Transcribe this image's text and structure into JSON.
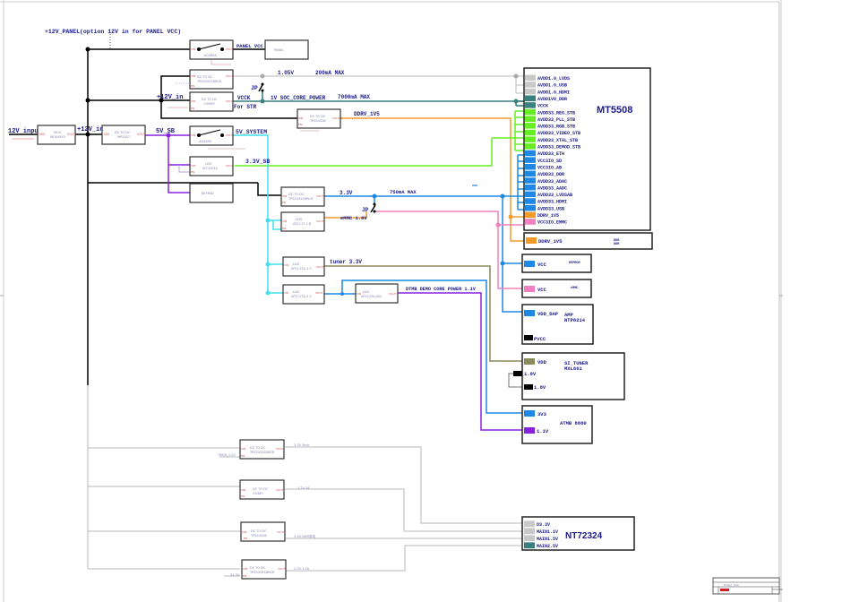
{
  "colors": {
    "black": "#000000",
    "gray": "#c8c8c8",
    "teal": "#3a8080",
    "green": "#66ee22",
    "blue": "#1e88e5",
    "orange": "#f39a2b",
    "pink": "#f080c0",
    "purple": "#8822dd",
    "cyan": "#40e0f0",
    "olive": "#8a8a5a",
    "darkgray": "#777777"
  },
  "labels": {
    "panel_header": "+12V_PANEL(option 12V in for PANEL VCC)",
    "input_12v": "12V input",
    "rail_12v_in_a": "+12V_in",
    "rail_12v_in_b": "+12V_in",
    "rail_5v_sb": "5V_SB",
    "rail_5v_system": "5V_SYSTEM",
    "rail_33v_sb": "3.3V_SB",
    "panel_vcc": "PANEL VCC",
    "v105": "1.05V",
    "v105_max": "200mA MAX",
    "jp1": "JP",
    "vcck": "VCCK",
    "for_str": "For STR",
    "soc_core": "1V  SOC_CORE_POWER",
    "soc_core_max": "7000mA MAX",
    "ddrv": "DDRV_1V5",
    "v33": "3.3V",
    "v33_max": "750mA MAX",
    "jp2": "JP",
    "emmc18": "eMMC 1.8V",
    "tuner33": "tuner 3.3V",
    "dtmb": "DTMB DEMO CORE POWER 1.1V"
  },
  "blocks": {
    "input_ic": {
      "title": "MOS",
      "part": "MOS4953",
      "vin": "VIN",
      "vout": "VOUT"
    },
    "dcdc_5v": {
      "title": "DC TO DC",
      "part": "MP2307",
      "vin": "VIN",
      "vout": "VOUT"
    },
    "switch_panel": {
      "part": "AO4805",
      "vin": "VIN",
      "vout": "VOUT",
      "en": "EN"
    },
    "panel": {
      "title": "PANEL"
    },
    "dcdc_105": {
      "title": "DC TO DC",
      "part": "TPS54325DRCR",
      "vin": "VIN",
      "en": "EN",
      "vout": "VOUT"
    },
    "dcdc_vcck": {
      "title": "DC TO DC",
      "part": "G5993",
      "vin": "VIN",
      "en": "EN",
      "vout": "VOUT"
    },
    "dcdc_ddr": {
      "title": "DC TO DC",
      "part": "TPS54328",
      "vin": "VIN",
      "en": "EN",
      "vout": "VOUT"
    },
    "switch_5vsys": {
      "part": "AO4459",
      "vin": "VIN",
      "vout": "VOUT",
      "en": "EN"
    },
    "ldo_33sb": {
      "title": "LDO",
      "part": "SLT1201S",
      "vin": "VIN",
      "en": "EN",
      "vout": "VOUT"
    },
    "keypad": {
      "title": "KEYPAD"
    },
    "dcdc_33": {
      "title": "DC TO DC",
      "part": "TPS54325DRCR",
      "vin": "VIN",
      "en": "EN",
      "vout": "VOUT"
    },
    "ldo_emmc": {
      "title": "LDO",
      "part": "AP1117-1.8",
      "vin": "VIN",
      "en": "EN",
      "vout": "VOUT"
    },
    "ldo_tuner": {
      "title": "LDO",
      "part": "AP1117A-3.3",
      "vin": "VIN",
      "vout": "VOUT"
    },
    "ldo_demo_a": {
      "title": "LDO",
      "part": "AP1117A-3.3",
      "vin": "VIN",
      "vout": "VOUT"
    },
    "ldo_demo_b": {
      "title": "LDO",
      "part": "AP2127K-ADJ",
      "vin": "VIN",
      "vout": "VOUT"
    },
    "lower1": {
      "title": "DC TO DC",
      "part": "TPS54325DRCR",
      "vin": "VIN",
      "en": "EN",
      "vout": "VOUT",
      "out": "3.3V 2mA",
      "en_net": "MAIN_1.2V"
    },
    "lower2": {
      "title": "DC TO DC",
      "part": "G5383",
      "vin": "VIN",
      "en": "EN",
      "vout": "VOUT",
      "out": "1.2V 3A"
    },
    "lower3": {
      "title": "DC TO DC",
      "part": "TPS54328",
      "vin": "VIN",
      "en": "EN",
      "vout": "VOUT",
      "out": "1.5V DDR供电"
    },
    "lower4": {
      "title": "DC TO DC",
      "part": "TPS54325DRCR",
      "vin": "VIN",
      "en": "EN",
      "vout": "VOUT",
      "out": "2.5V 1.5A",
      "en_net": "33.3V"
    }
  },
  "mt5508": {
    "title": "MT5508",
    "pins": [
      {
        "name": "AVDD1.0_LVDS",
        "color": "gray"
      },
      {
        "name": "AVDD1.0_USB",
        "color": "gray"
      },
      {
        "name": "AVDD1.0_HDMI",
        "color": "gray"
      },
      {
        "name": "AVDD1V0_DDR",
        "color": "teal"
      },
      {
        "name": "VCCK",
        "color": "teal"
      },
      {
        "name": "AVDD33_REG_STB",
        "color": "green"
      },
      {
        "name": "AVDD33_PLL_STB",
        "color": "green"
      },
      {
        "name": "AVDD33_RGB_STB",
        "color": "green"
      },
      {
        "name": "AVDD33_VIDEO_STB",
        "color": "green"
      },
      {
        "name": "AVDD33_XTAL_STB",
        "color": "green"
      },
      {
        "name": "AVDD33_DEMOD_STB",
        "color": "green"
      },
      {
        "name": "AVDD33_ETH",
        "color": "blue"
      },
      {
        "name": "VCC3IO_SD",
        "color": "blue"
      },
      {
        "name": "VCC3IO_AB",
        "color": "blue"
      },
      {
        "name": "AVDD33_DDR",
        "color": "blue"
      },
      {
        "name": "AVDD33_ADAC",
        "color": "blue"
      },
      {
        "name": "AVDD33_AADC",
        "color": "blue"
      },
      {
        "name": "AVDD33_LVDSAB",
        "color": "blue"
      },
      {
        "name": "AVDD33_HDMI",
        "color": "blue"
      },
      {
        "name": "AVDD33_USB",
        "color": "blue"
      },
      {
        "name": "DDRV_1V5",
        "color": "orange"
      },
      {
        "name": "VCC3IO_EMMC",
        "color": "pink"
      }
    ]
  },
  "ddr": {
    "pin": "DDRV_1V5",
    "title": "DDR"
  },
  "eeprom": {
    "pin": "VCC",
    "title": "EEPROM"
  },
  "emmc": {
    "pin": "VCC",
    "title": "eMMC"
  },
  "amp": {
    "pin1": "VDD_DAP",
    "pin2": "PVCC",
    "title": "AMP",
    "part": "NTP8214"
  },
  "tuner": {
    "pin1": "VDD",
    "pin2": "1.8V",
    "pin3": "1.8V",
    "title": "SI_TUNER",
    "part": "MXL661"
  },
  "atmb": {
    "pin1": "3V3",
    "pin2": "1.1V",
    "title": "ATMB 8880"
  },
  "nt72324": {
    "title": "NT72324",
    "pins": [
      {
        "name": "D3.3V",
        "color": "gray"
      },
      {
        "name": "MAIN1.1V",
        "color": "gray"
      },
      {
        "name": "MAIN1.5V",
        "color": "gray"
      },
      {
        "name": "MAIN2.5V",
        "color": "teal"
      }
    ]
  },
  "titleblock": {
    "line1": "Power_Tree"
  }
}
